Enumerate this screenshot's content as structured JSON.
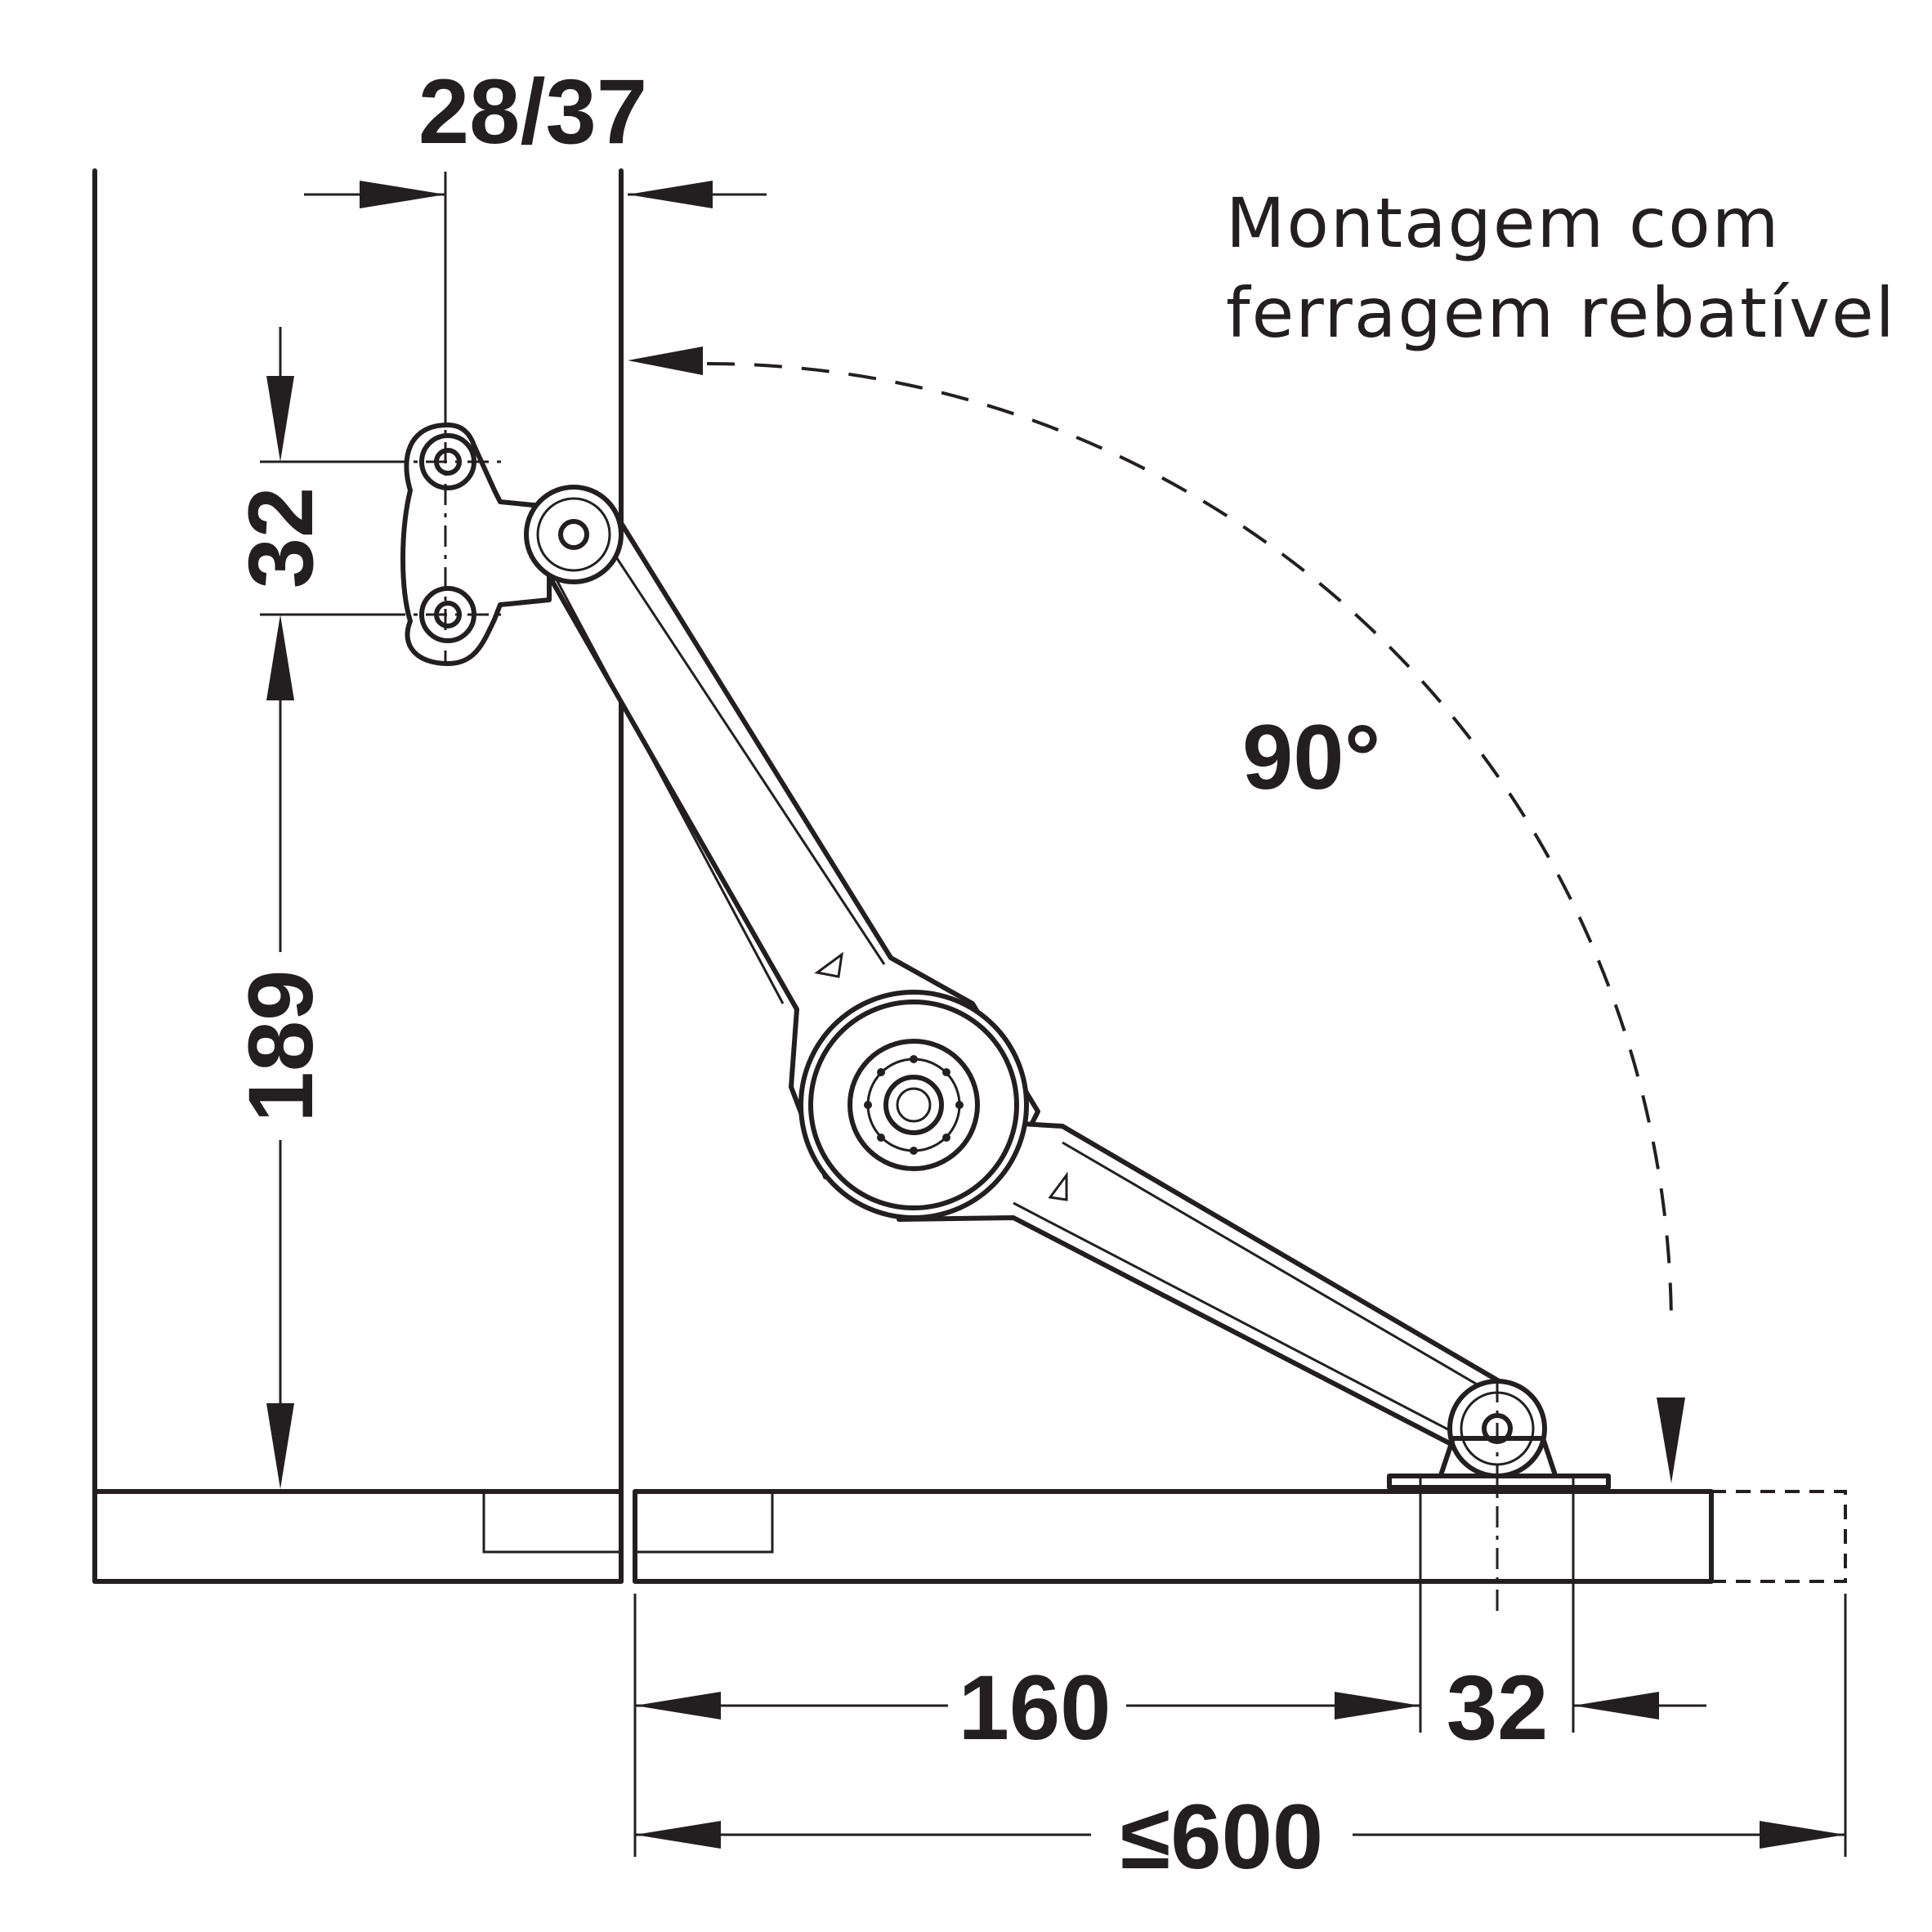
{
  "note": {
    "line1": "Montagem com",
    "line2": "ferragem rebatível"
  },
  "angle_label": "90°",
  "dimensions": {
    "top_offset": "28/37",
    "hole_spacing_vertical": "32",
    "height": "189",
    "horizontal_offset": "160",
    "hole_spacing_horizontal": "32",
    "max_depth": "≤600"
  },
  "colors": {
    "line": "#231f20",
    "background": "#ffffff"
  }
}
